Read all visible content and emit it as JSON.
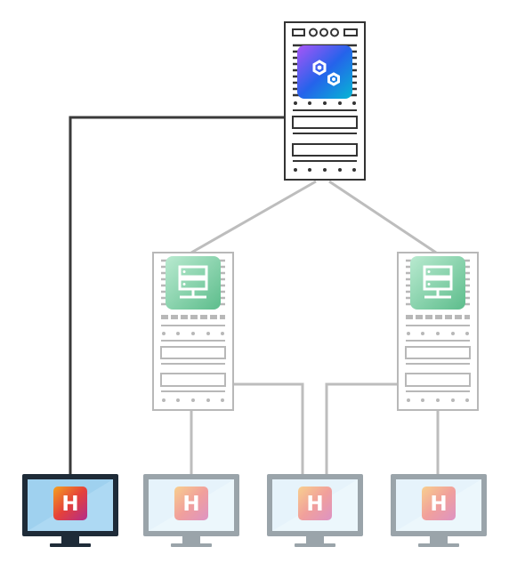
{
  "diagram": {
    "main_server": {
      "icon": "gears-icon",
      "accent": "#1f6fe0",
      "frame_color": "#333333"
    },
    "sub_servers": [
      {
        "icon": "server-stack-icon",
        "accent": "#6fcf9a",
        "frame_color": "#b8b8b8"
      },
      {
        "icon": "server-stack-icon",
        "accent": "#6fcf9a",
        "frame_color": "#b8b8b8"
      }
    ],
    "clients": [
      {
        "badge": "H",
        "active": true,
        "frame_color": "#1e2b38",
        "screen_color": "#9fd1ef"
      },
      {
        "badge": "H",
        "active": false,
        "frame_color": "#9aa4aa",
        "screen_color": "#e6f3fb"
      },
      {
        "badge": "H",
        "active": false,
        "frame_color": "#9aa4aa",
        "screen_color": "#e6f3fb"
      },
      {
        "badge": "H",
        "active": false,
        "frame_color": "#9aa4aa",
        "screen_color": "#e6f3fb"
      }
    ],
    "colors": {
      "primary_link": "#3a3a3a",
      "secondary_link": "#bdbdbd",
      "badge_gradient": [
        "#f0a020",
        "#e03a3a",
        "#b02a8a"
      ]
    }
  }
}
